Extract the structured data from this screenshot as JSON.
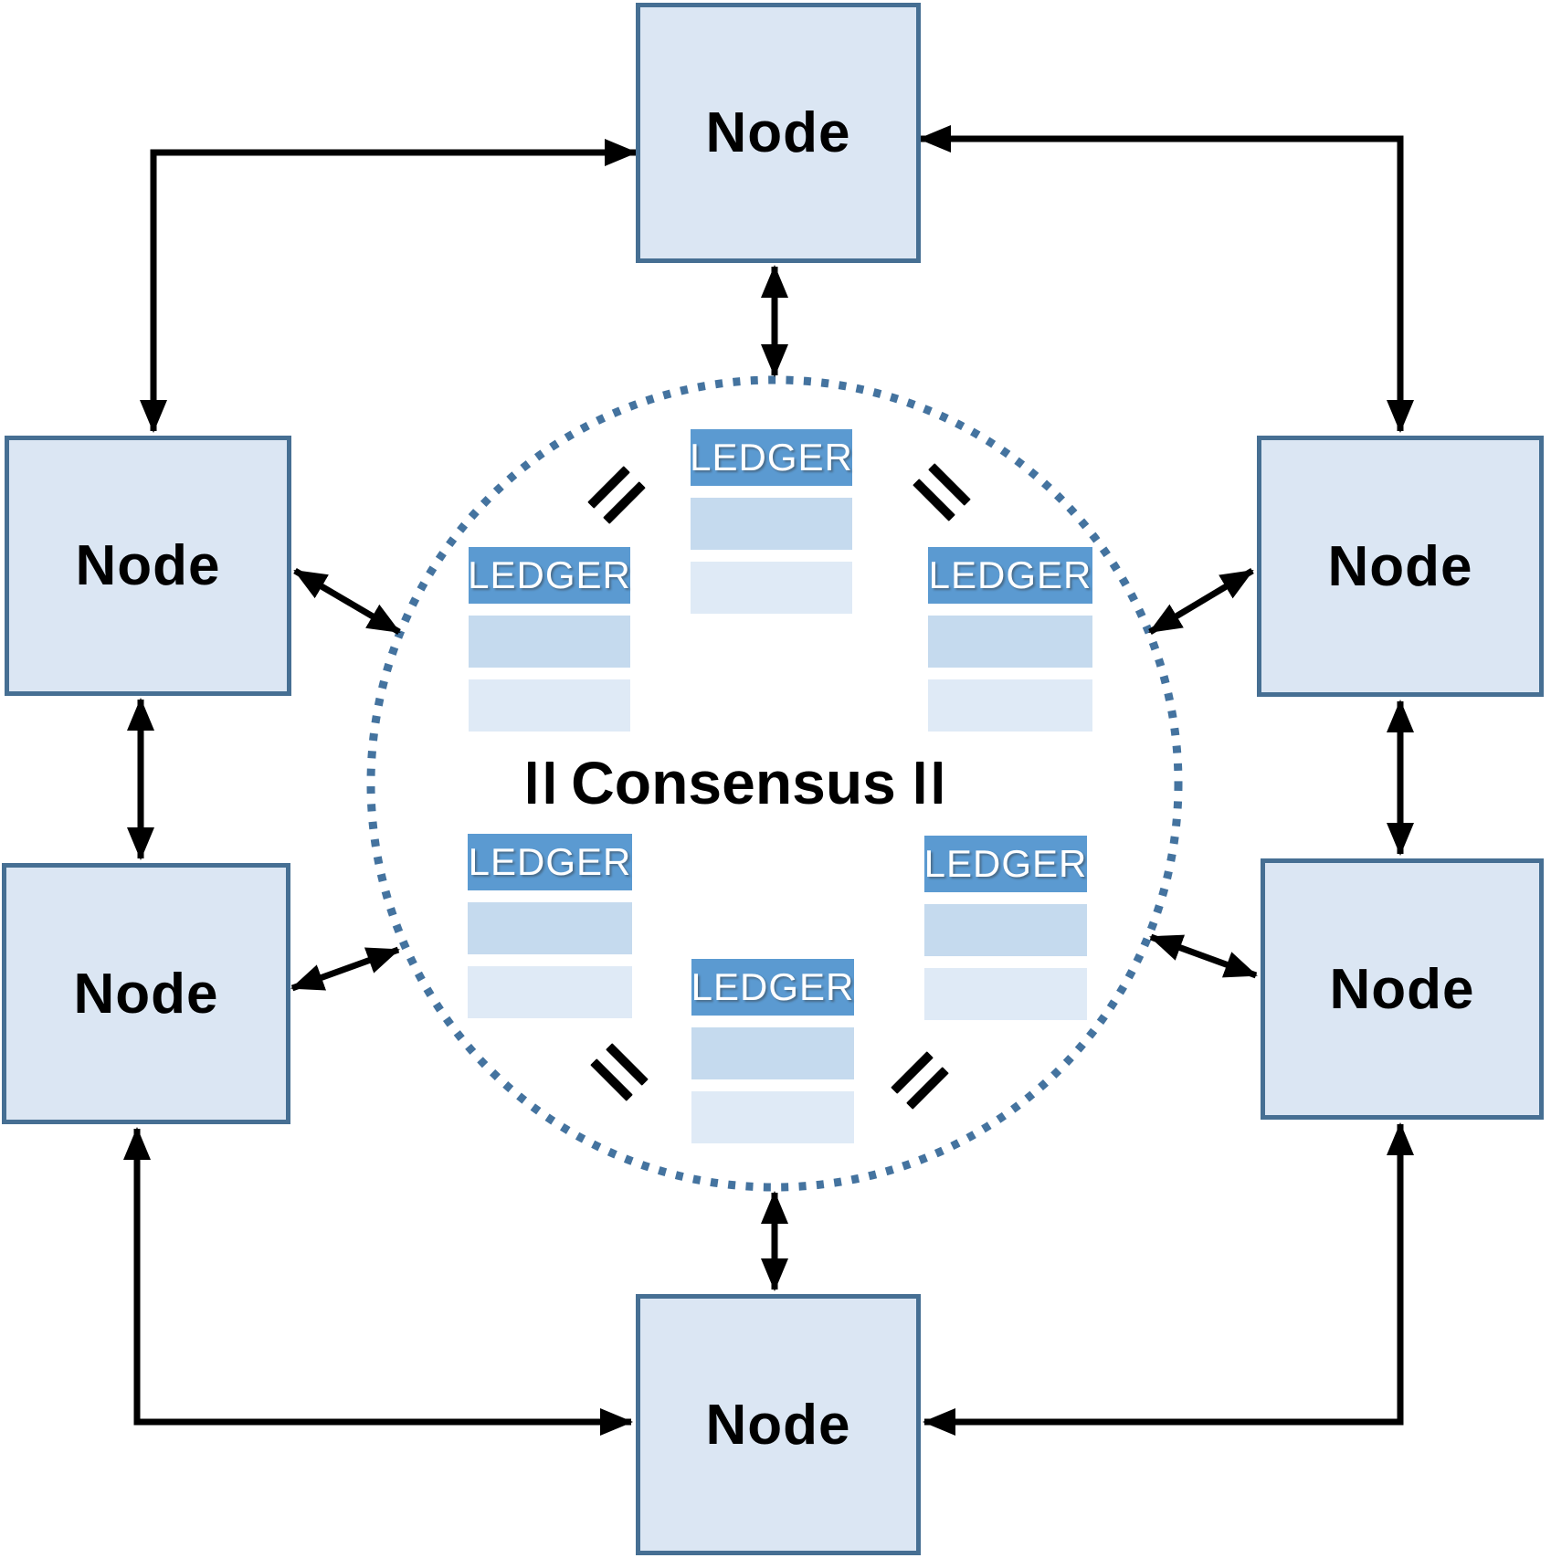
{
  "nodes": [
    {
      "id": "top",
      "label": "Node"
    },
    {
      "id": "left-upper",
      "label": "Node"
    },
    {
      "id": "right-upper",
      "label": "Node"
    },
    {
      "id": "left-lower",
      "label": "Node"
    },
    {
      "id": "right-lower",
      "label": "Node"
    },
    {
      "id": "bottom",
      "label": "Node"
    }
  ],
  "ledgers": [
    {
      "id": "top-center",
      "label": "LEDGER"
    },
    {
      "id": "left-mid",
      "label": "LEDGER"
    },
    {
      "id": "right-mid",
      "label": "LEDGER"
    },
    {
      "id": "left-lower",
      "label": "LEDGER"
    },
    {
      "id": "bottom-center",
      "label": "LEDGER"
    },
    {
      "id": "right-lower",
      "label": "LEDGER"
    }
  ],
  "consensus": {
    "label": "Consensus"
  },
  "equals_symbols": [
    {
      "id": "top-left"
    },
    {
      "id": "top-right"
    },
    {
      "id": "left-middle"
    },
    {
      "id": "right-middle"
    },
    {
      "id": "bottom-left"
    },
    {
      "id": "bottom-right"
    }
  ],
  "colors": {
    "node_fill": "#dbe6f3",
    "node_border": "#466f93",
    "ledger_header": "#5b9ad1",
    "ledger_row_medium": "#c5daee",
    "ledger_row_light": "#dfeaf6",
    "ledger_text": "#ffffff",
    "circle_dots": "#44739f",
    "arrow": "#000000",
    "text": "#000000"
  }
}
